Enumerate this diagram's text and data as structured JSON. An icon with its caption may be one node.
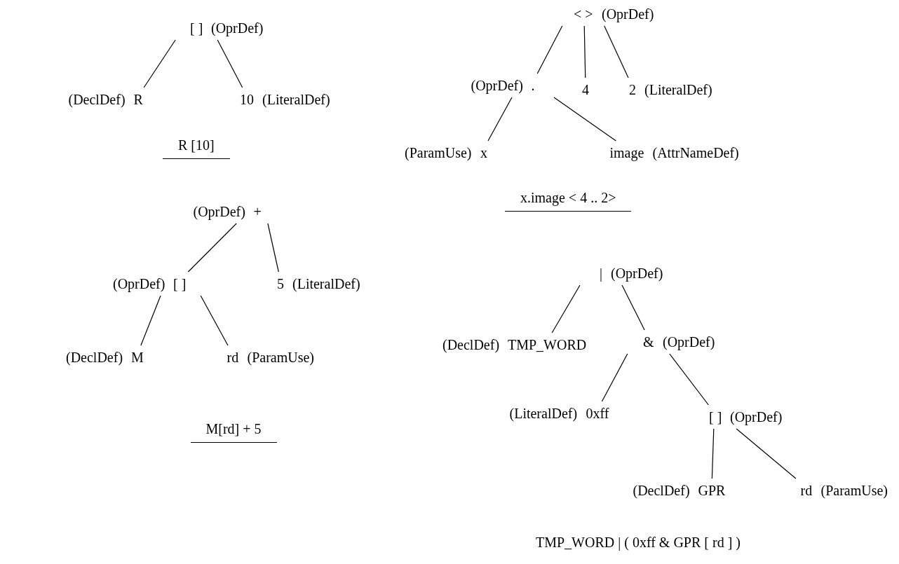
{
  "diagram": {
    "nodes": [
      {
        "text": [
          "[ ]"
        ],
        "beside": [
          "(OprDef)"
        ]
      },
      {
        "text": [
          "R"
        ],
        "beside": [
          "(DeclDef)"
        ]
      },
      {
        "text": [
          "10"
        ],
        "beside": [
          "(LiteralDef)"
        ]
      },
      {
        "text": [
          "< >"
        ],
        "beside": [
          "(OprDef)"
        ]
      },
      {
        "text": [
          "."
        ],
        "beside": [
          "(OprDef)"
        ]
      },
      {
        "text": [
          "4"
        ]
      },
      {
        "text": [
          "2"
        ],
        "beside": [
          "(LiteralDef)"
        ]
      },
      {
        "text": [
          "x"
        ],
        "beside": [
          "(ParamUse)"
        ]
      },
      {
        "text": [
          "image"
        ],
        "beside": [
          "(AttrNameDef)"
        ]
      },
      {
        "text": [
          "+"
        ],
        "beside": [
          "(OprDef)"
        ]
      },
      {
        "text": [
          "[ ]"
        ],
        "beside": [
          "(OprDef)"
        ]
      },
      {
        "text": [
          "5"
        ],
        "beside": [
          "(LiteralDef)"
        ]
      },
      {
        "text": [
          "M"
        ],
        "beside": [
          "(DeclDef)"
        ]
      },
      {
        "text": [
          "rd"
        ],
        "beside": [
          "(ParamUse)"
        ]
      },
      {
        "text": [
          "|"
        ],
        "beside": [
          "(OprDef)"
        ]
      },
      {
        "text": [
          "TMP_WORD"
        ],
        "beside": [
          "(DeclDef)"
        ]
      },
      {
        "text": [
          "&"
        ],
        "beside": [
          "(OprDef)"
        ]
      },
      {
        "text": [
          "0xff"
        ],
        "beside": [
          "(LiteralDef)"
        ]
      },
      {
        "text": [
          "[ ]"
        ],
        "beside": [
          "(OprDef)"
        ]
      },
      {
        "text": [
          "GPR"
        ],
        "beside": [
          "(DeclDef)"
        ]
      },
      {
        "text": [
          "rd"
        ],
        "beside": [
          "(ParamUse)"
        ]
      }
    ],
    "edges": [
      {
        "from": 0,
        "to": 1,
        "arrow": "none"
      },
      {
        "from": 0,
        "to": 2,
        "arrow": "none"
      },
      {
        "from": 3,
        "to": 4,
        "arrow": "none"
      },
      {
        "from": 3,
        "to": 5,
        "arrow": "none"
      },
      {
        "from": 3,
        "to": 6,
        "arrow": "none"
      },
      {
        "from": 4,
        "to": 7,
        "arrow": "none"
      },
      {
        "from": 4,
        "to": 8,
        "arrow": "none"
      },
      {
        "from": 9,
        "to": 10,
        "arrow": "none"
      },
      {
        "from": 9,
        "to": 11,
        "arrow": "none"
      },
      {
        "from": 10,
        "to": 12,
        "arrow": "none"
      },
      {
        "from": 10,
        "to": 13,
        "arrow": "none"
      },
      {
        "from": 14,
        "to": 15,
        "arrow": "none"
      },
      {
        "from": 14,
        "to": 16,
        "arrow": "none"
      },
      {
        "from": 16,
        "to": 17,
        "arrow": "none"
      },
      {
        "from": 16,
        "to": 18,
        "arrow": "none"
      },
      {
        "from": 18,
        "to": 19,
        "arrow": "none"
      },
      {
        "from": 18,
        "to": 20,
        "arrow": "none"
      }
    ],
    "labels": [
      "R [10]",
      "x.image < 4 .. 2>",
      "M[rd] + 5",
      "TMP_WORD | ( 0xff & GPR [ rd ] )"
    ]
  }
}
